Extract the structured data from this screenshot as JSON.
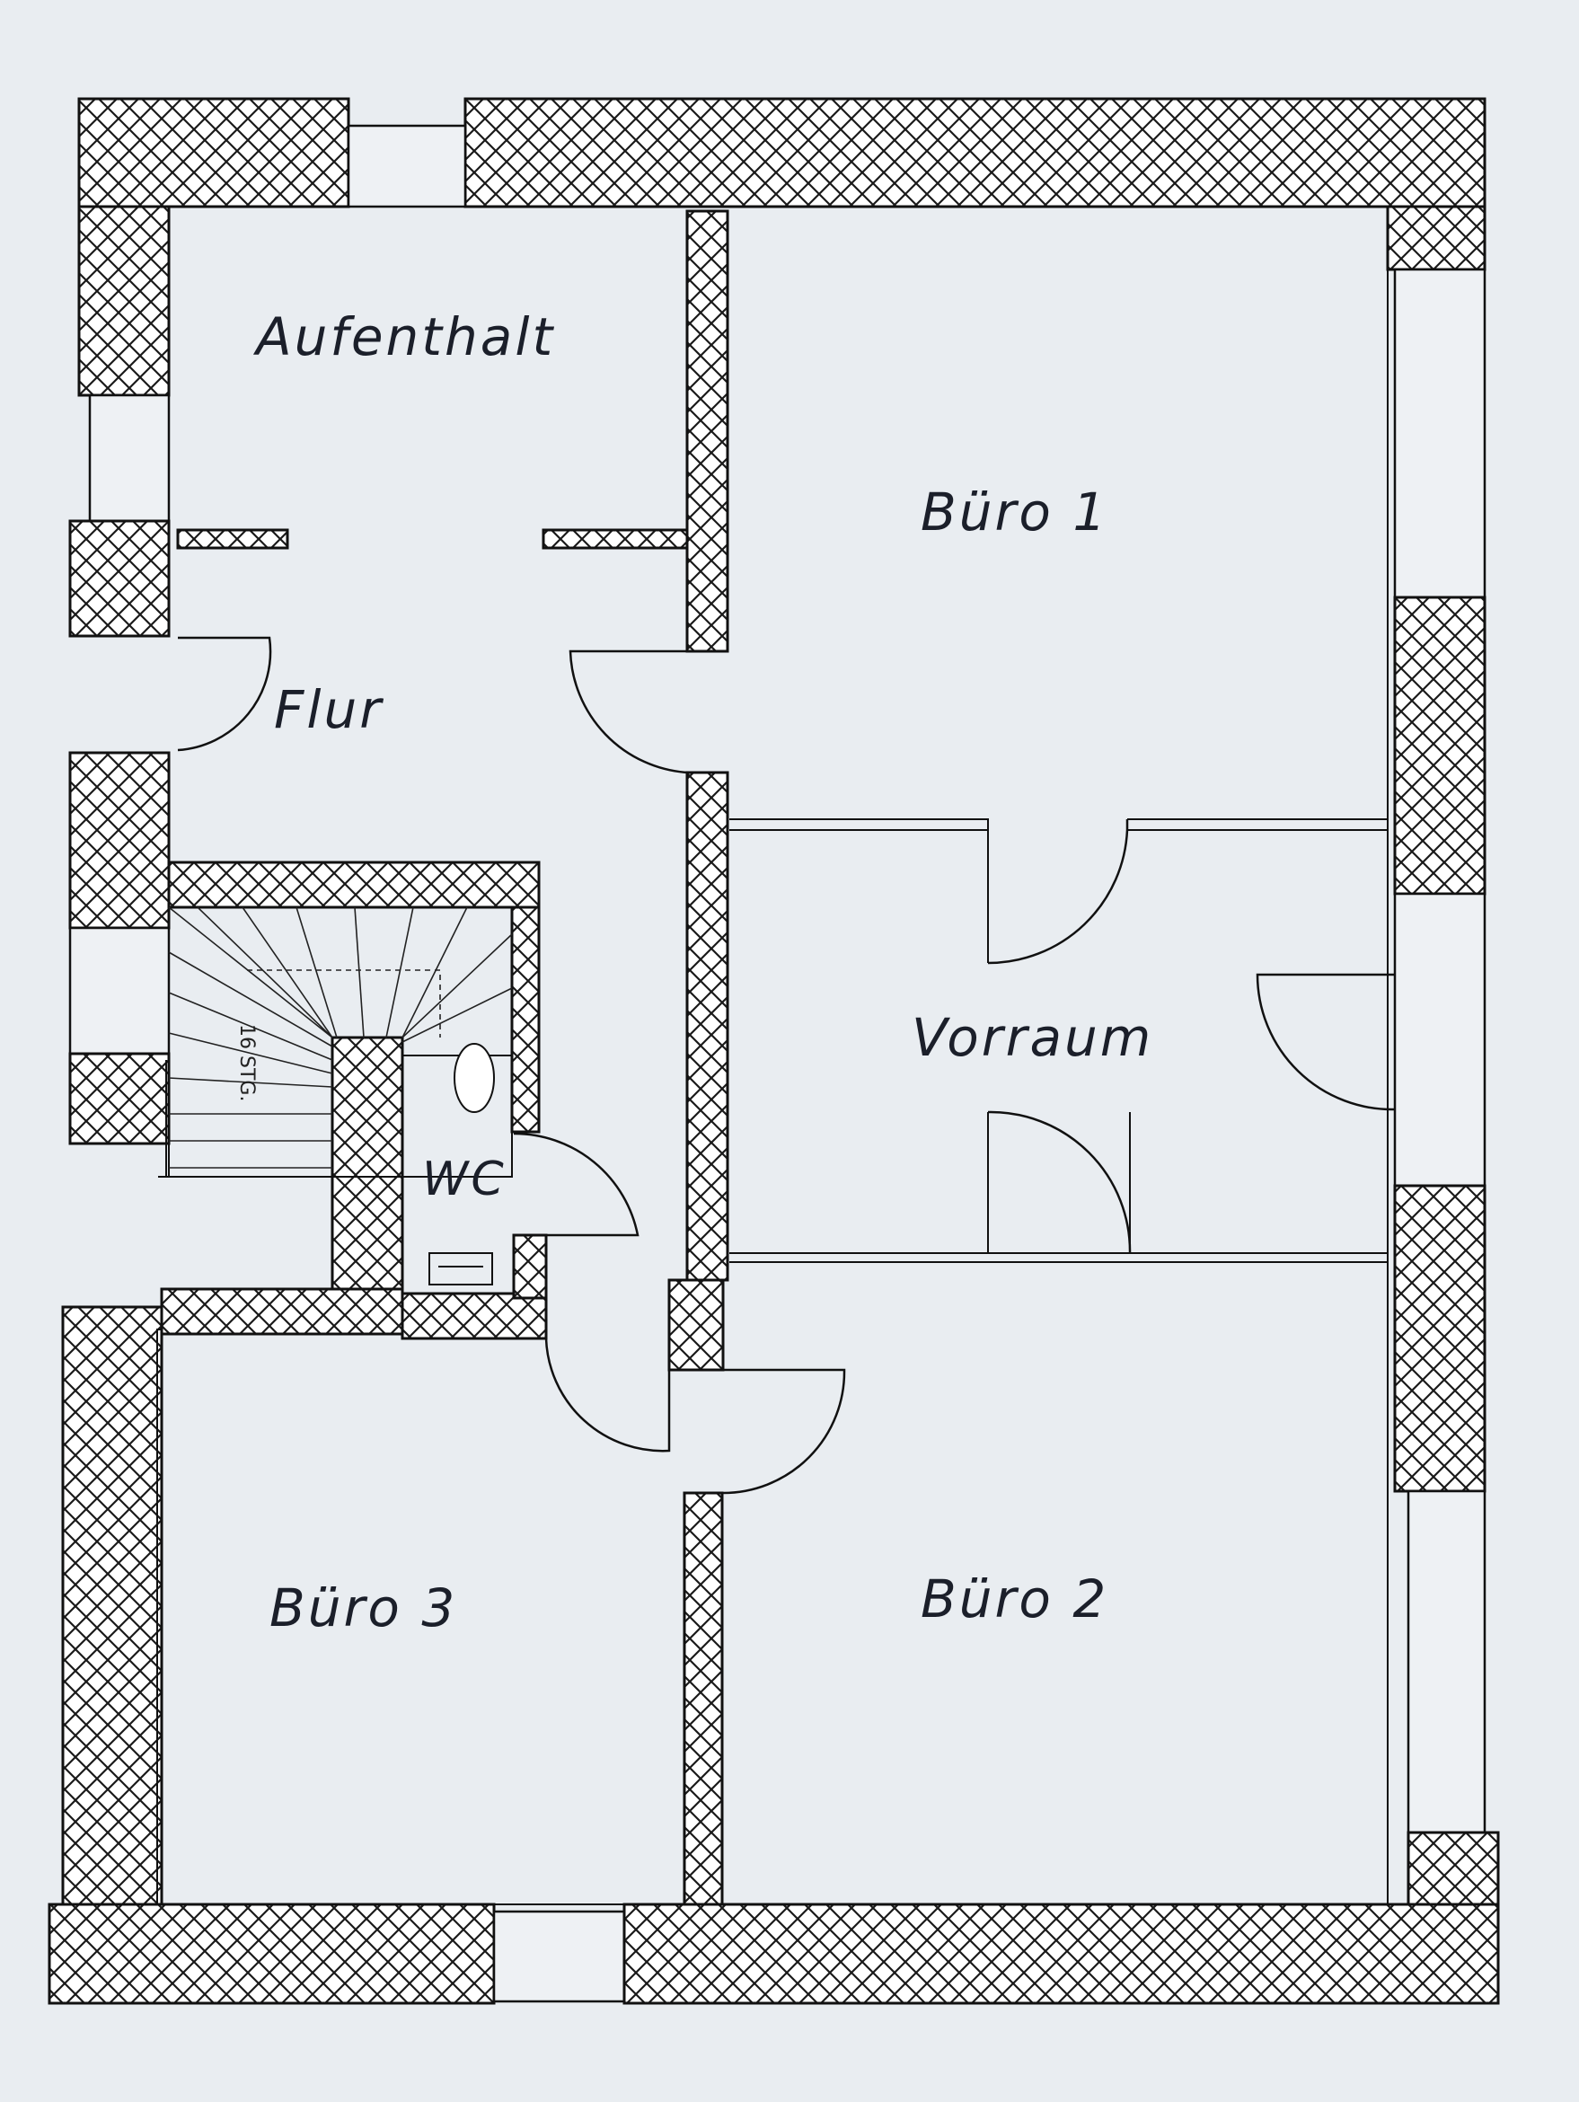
{
  "plan": {
    "rooms": {
      "aufenthalt": "Aufenthalt",
      "flur": "Flur",
      "buero1": "Büro 1",
      "vorraum": "Vorraum",
      "wc": "WC",
      "buero3": "Büro 3",
      "buero2": "Büro 2"
    },
    "stairs": "16 STG."
  }
}
